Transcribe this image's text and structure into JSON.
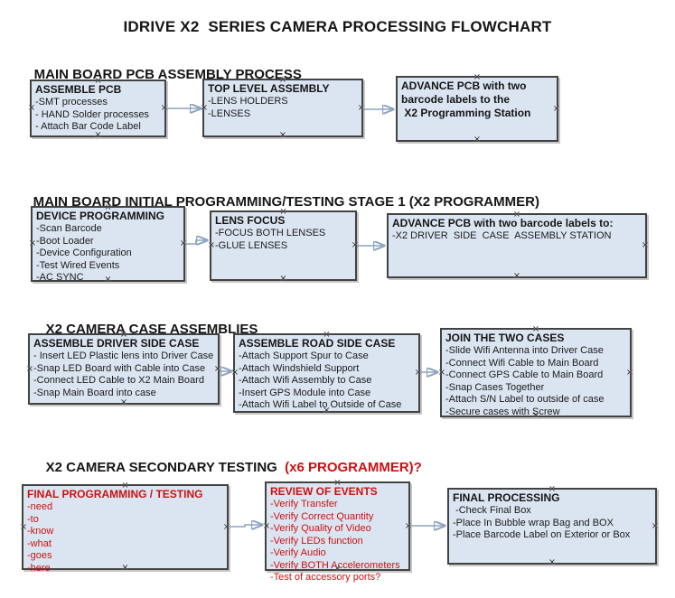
{
  "title": "IDRIVE X2  SERIES CAMERA PROCESSING FLOWCHART",
  "glyphs": {
    "handle": "×"
  },
  "colors": {
    "box_fill": "#dbe5f1",
    "box_border": "#424242",
    "red_text": "#cc1111",
    "connector_line": "#8ca3c0",
    "arrow_head": "#3e5f9c",
    "text": "#151515",
    "background": "#ffffff"
  },
  "sections": [
    {
      "header": "MAIN BOARD PCB ASSEMBLY PROCESS",
      "header_red": ""
    },
    {
      "header": "MAIN BOARD INITIAL PROGRAMMING/TESTING STAGE 1 (X2 PROGRAMMER)",
      "header_red": ""
    },
    {
      "header": "X2 CAMERA CASE ASSEMBLIES",
      "header_red": ""
    },
    {
      "header": "X2 CAMERA SECONDARY TESTING  ",
      "header_red": "(x6 PROGRAMMER)?"
    }
  ],
  "boxes": {
    "r1a": {
      "title": "ASSEMBLE PCB",
      "items": [
        "-SMT processes",
        "- HAND Solder processes",
        "- Attach Bar Code Label"
      ]
    },
    "r1b": {
      "title": "TOP LEVEL ASSEMBLY",
      "items": [
        "-LENS HOLDERS",
        "-LENSES"
      ]
    },
    "r1c": {
      "title": "ADVANCE PCB with two",
      "items": [
        "barcode labels to the",
        " X2 Programming Station"
      ]
    },
    "r2a": {
      "title": "DEVICE PROGRAMMING",
      "items": [
        "-Scan Barcode",
        "-Boot Loader",
        "-Device Configuration",
        "-Test Wired Events",
        "-AC SYNC"
      ]
    },
    "r2b": {
      "title": "LENS FOCUS",
      "items": [
        "-FOCUS BOTH LENSES",
        "-GLUE LENSES"
      ]
    },
    "r2c": {
      "title": "ADVANCE PCB with two barcode labels to:",
      "items": [
        "-X2 DRIVER  SIDE  CASE  ASSEMBLY STATION"
      ]
    },
    "r3a": {
      "title": "ASSEMBLE DRIVER SIDE CASE",
      "items": [
        "- Insert LED Plastic lens into Driver Case",
        "-Snap LED Board with Cable into Case",
        "-Connect LED Cable to X2 Main Board",
        "-Snap Main Board into case"
      ]
    },
    "r3b": {
      "title": "ASSEMBLE ROAD SIDE CASE",
      "items": [
        "-Attach Support Spur to Case",
        "-Attach Windshield Support",
        "-Attach Wifi Assembly to Case",
        "-Insert GPS Module into Case",
        "-Attach Wifi Label to Outside of Case"
      ]
    },
    "r3c": {
      "title": "JOIN THE TWO CASES",
      "items": [
        "-Slide Wifi Antenna into Driver Case",
        "-Connect Wifi Cable to Main Board",
        "-Connect GPS Cable to Main Board",
        "-Snap Cases Together",
        "-Attach S/N Label to outside of case",
        "-Secure cases with Screw"
      ]
    },
    "r4a": {
      "title": "FINAL PROGRAMMING / TESTING",
      "items": [
        "-need",
        "-to",
        "-know",
        "-what",
        "-goes",
        "-here"
      ]
    },
    "r4b": {
      "title": "REVIEW OF EVENTS",
      "items": [
        "-Verify Transfer",
        "-Verify Correct Quantity",
        "-Verify Quality of Video",
        "-Verify LEDs function",
        "-Verify Audio",
        "-Verify BOTH Accelerometers",
        "-Test of accessory ports?"
      ]
    },
    "r4c": {
      "title": "FINAL PROCESSING",
      "items": [
        " -Check Final Box",
        "-Place In Bubble wrap Bag and BOX",
        "-Place Barcode Label on Exterior or Box"
      ]
    }
  }
}
